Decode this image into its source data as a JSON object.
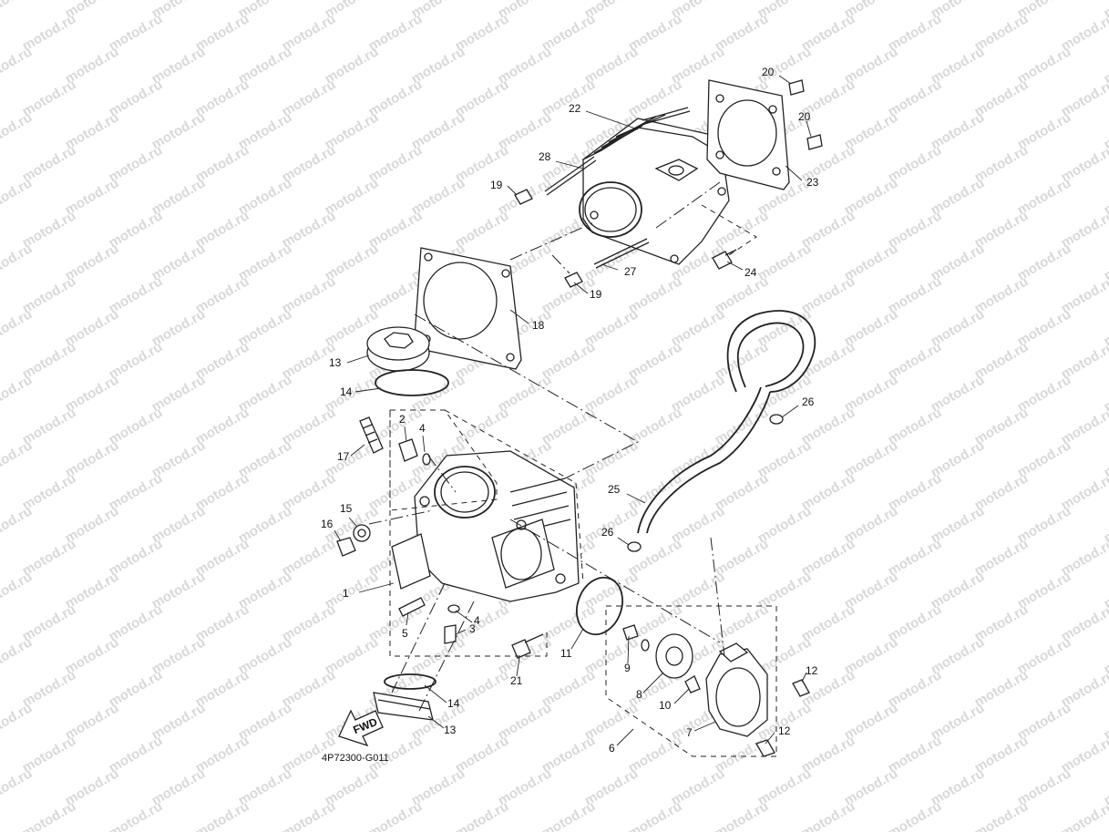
{
  "watermark": "motod.ru",
  "diagram_code": "4P72300-G011",
  "fwd_label": "FWD",
  "callouts": [
    "1",
    "2",
    "3",
    "4",
    "4",
    "5",
    "6",
    "7",
    "8",
    "9",
    "10",
    "11",
    "12",
    "12",
    "13",
    "13",
    "14",
    "14",
    "15",
    "16",
    "17",
    "18",
    "19",
    "19",
    "20",
    "20",
    "21",
    "22",
    "23",
    "24",
    "25",
    "26",
    "26",
    "27",
    "28"
  ]
}
